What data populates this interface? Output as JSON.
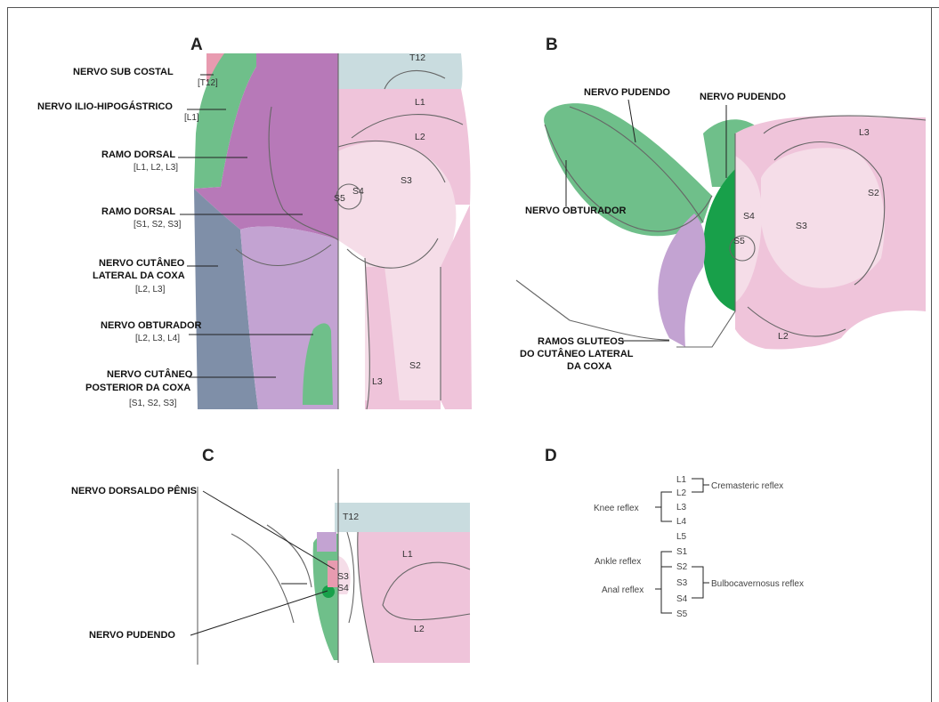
{
  "panels": {
    "a": "A",
    "b": "B",
    "c": "C",
    "d": "D"
  },
  "panel_a": {
    "labels": {
      "sub_costal": {
        "name": "NERVO SUB COSTAL",
        "roots": "[T12]"
      },
      "ilio": {
        "name": "NERVO ILIO-HIPOGÁSTRICO",
        "roots": "[L1]"
      },
      "dorsal_l": {
        "name": "RAMO DORSAL",
        "roots": "[L1, L2, L3]"
      },
      "dorsal_s": {
        "name": "RAMO DORSAL",
        "roots": "[S1, S2, S3]"
      },
      "cut_lat": {
        "line1": "NERVO CUTÂNEO",
        "line2": "LATERAL DA COXA",
        "roots": "[L2, L3]"
      },
      "obturador": {
        "name": "NERVO OBTURADOR",
        "roots": "[L2, L3, L4]"
      },
      "cut_post": {
        "line1": "NERVO CUTÂNEO",
        "line2": "POSTERIOR DA COXA",
        "roots": "[S1, S2, S3]"
      }
    },
    "segments": {
      "t12": "T12",
      "l1": "L1",
      "l2": "L2",
      "s3": "S3",
      "s4": "S4",
      "s5": "S5",
      "s2": "S2",
      "l3": "L3"
    }
  },
  "panel_b": {
    "labels": {
      "pudendo_1": "NERVO PUDENDO",
      "pudendo_2": "NERVO PUDENDO",
      "obturador": "NERVO OBTURADOR",
      "gluteos": {
        "line1": "RAMOS GLUTEOS",
        "line2": "DO CUTÂNEO LATERAL",
        "line3": "DA COXA"
      }
    },
    "segments": {
      "l3": "L3",
      "s2": "S2",
      "s3": "S3",
      "s4": "S4",
      "s5": "S5",
      "l2": "L2"
    }
  },
  "panel_c": {
    "labels": {
      "dorsal_penis": "NERVO DORSALDO PÊNIS",
      "pudendo": "NERVO PUDENDO"
    },
    "segments": {
      "t12": "T12",
      "l1": "L1",
      "l2": "L2",
      "s3": "S3",
      "s4": "S4"
    }
  },
  "panel_d": {
    "levels": [
      "L1",
      "L2",
      "L3",
      "L4",
      "L5",
      "S1",
      "S2",
      "S3",
      "S4",
      "S5"
    ],
    "reflexes": {
      "cremasteric": "Cremasteric reflex",
      "knee": "Knee reflex",
      "ankle": "Ankle reflex",
      "anal": "Anal reflex",
      "bulbocavernosus": "Bulbocavernosus reflex"
    }
  },
  "colors": {
    "purple_dark": "#b779b8",
    "purple_light": "#c3a3d2",
    "green": "#6fbf8a",
    "green_dark": "#18a04a",
    "pink": "#efc4da",
    "pink_light": "#f5dde8",
    "blue_grey": "#7f8fa8",
    "grey_blue": "#c9dcdf",
    "rose": "#e89bb0"
  }
}
